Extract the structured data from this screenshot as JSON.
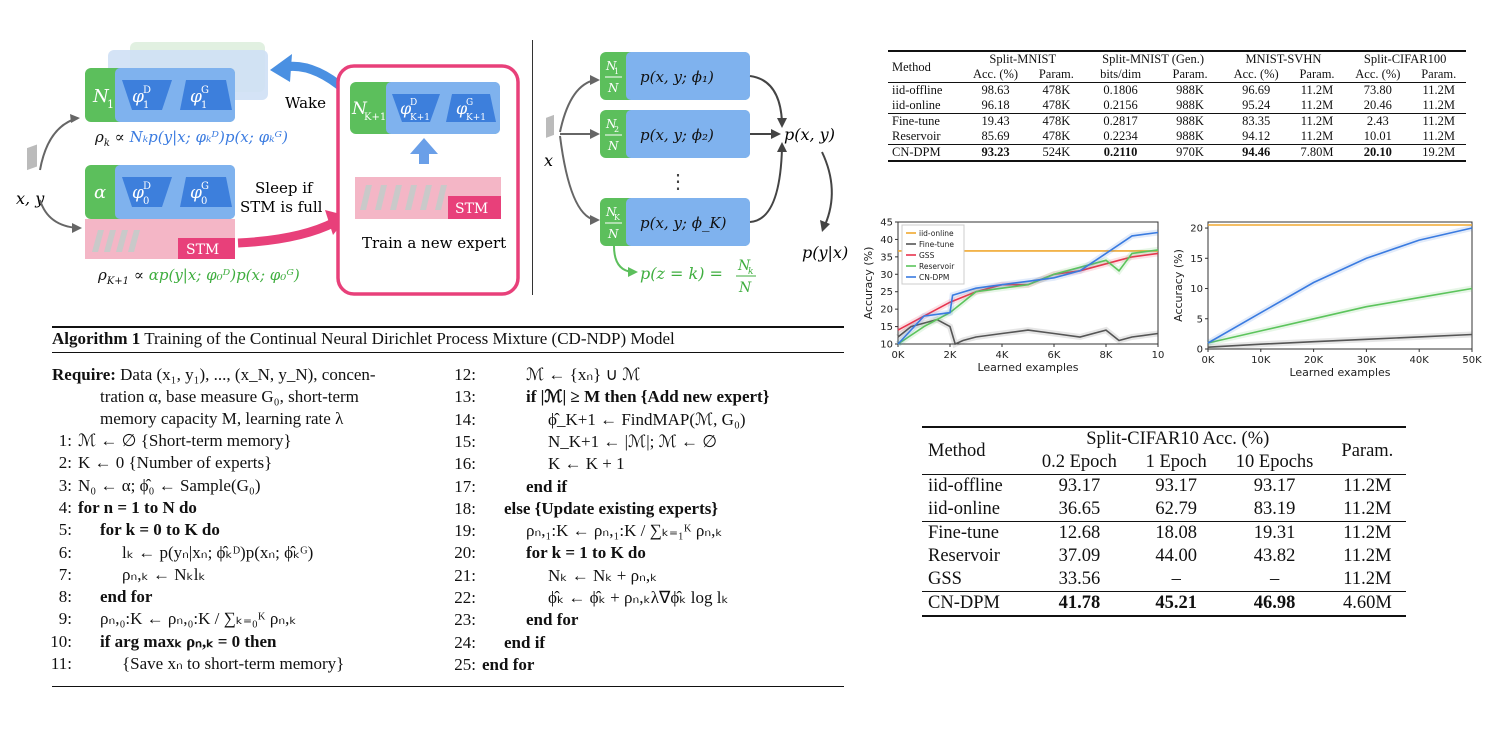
{
  "diagram_left": {
    "input": "x, y",
    "expert1": {
      "n": "N",
      "n_sub": "1",
      "phi_d": "φ",
      "phi_d_sub": "1",
      "phi_d_sup": "D",
      "phi_g": "φ",
      "phi_g_sub": "1",
      "phi_g_sup": "G"
    },
    "expert0": {
      "n": "α",
      "phi_d": "φ",
      "phi_d_sub": "0",
      "phi_d_sup": "D",
      "phi_g": "φ",
      "phi_g_sub": "0",
      "phi_g_sup": "G"
    },
    "new_expert": {
      "n": "N",
      "n_sub": "K+1",
      "phi_d": "φ",
      "phi_d_sub": "K+1",
      "phi_d_sup": "D",
      "phi_g": "φ",
      "phi_g_sub": "K+1",
      "phi_g_sup": "G"
    },
    "rho_k": "ρₖ ∝ Nₖp(y|x; φₖᴰ)p(x; φₖᴳ)",
    "rho_k_prefix": "ρ",
    "rho_k_sub": "k",
    "rho_k_prop": " ∝ ",
    "rho_k_rest": "Nₖp(y|x; φₖᴰ)p(x; φₖᴳ)",
    "rho_k1_prefix": "ρ",
    "rho_k1_sub": "K+1",
    "rho_k1_prop": " ∝ ",
    "rho_k1_rest": "αp(y|x; φ₀ᴰ)p(x; φ₀ᴳ)",
    "wake": "Wake",
    "sleep": "Sleep if",
    "sleep2": "STM is full",
    "stm": "STM",
    "stm2": "STM",
    "train": "Train a new expert"
  },
  "diagram_right": {
    "x": "x",
    "experts": [
      {
        "num": "N",
        "num_sub": "1",
        "den": "N",
        "label": "p(x, y; ϕ₁)"
      },
      {
        "num": "N",
        "num_sub": "2",
        "den": "N",
        "label": "p(x, y; ϕ₂)"
      },
      {
        "num": "N",
        "num_sub": "K",
        "den": "N",
        "label": "p(x, y; ϕ_K)"
      }
    ],
    "dots": "⋮",
    "pxy": "p(x, y)",
    "pyx": "p(y|x)",
    "pz": "p(z = k) =",
    "pz_num": "N",
    "pz_num_sub": "k",
    "pz_den": "N"
  },
  "table1": {
    "header_groups": [
      "Split-MNIST",
      "Split-MNIST (Gen.)",
      "MNIST-SVHN",
      "Split-CIFAR100"
    ],
    "method": "Method",
    "subheaders": [
      "Acc. (%)",
      "Param.",
      "bits/dim",
      "Param.",
      "Acc. (%)",
      "Param.",
      "Acc. (%)",
      "Param."
    ],
    "rows": [
      [
        "iid-offline",
        "98.63",
        "478K",
        "0.1806",
        "988K",
        "96.69",
        "11.2M",
        "73.80",
        "11.2M"
      ],
      [
        "iid-online",
        "96.18",
        "478K",
        "0.2156",
        "988K",
        "95.24",
        "11.2M",
        "20.46",
        "11.2M"
      ],
      [
        "Fine-tune",
        "19.43",
        "478K",
        "0.2817",
        "988K",
        "83.35",
        "11.2M",
        "2.43",
        "11.2M"
      ],
      [
        "Reservoir",
        "85.69",
        "478K",
        "0.2234",
        "988K",
        "94.12",
        "11.2M",
        "10.01",
        "11.2M"
      ],
      [
        "CN-DPM",
        "93.23",
        "524K",
        "0.2110",
        "970K",
        "94.46",
        "7.80M",
        "20.10",
        "19.2M"
      ]
    ]
  },
  "table2": {
    "method": "Method",
    "group": "Split-CIFAR10 Acc. (%)",
    "param": "Param.",
    "subheaders": [
      "0.2 Epoch",
      "1 Epoch",
      "10 Epochs"
    ],
    "rows": [
      [
        "iid-offline",
        "93.17",
        "93.17",
        "93.17",
        "11.2M"
      ],
      [
        "iid-online",
        "36.65",
        "62.79",
        "83.19",
        "11.2M"
      ],
      [
        "Fine-tune",
        "12.68",
        "18.08",
        "19.31",
        "11.2M"
      ],
      [
        "Reservoir",
        "37.09",
        "44.00",
        "43.82",
        "11.2M"
      ],
      [
        "GSS",
        "33.56",
        "–",
        "–",
        "11.2M"
      ],
      [
        "CN-DPM",
        "41.78",
        "45.21",
        "46.98",
        "4.60M"
      ]
    ]
  },
  "chart_data": [
    {
      "type": "line",
      "ylabel": "Accuracy (%)",
      "xlabel": "Learned examples",
      "xticks": [
        "0K",
        "2K",
        "4K",
        "6K",
        "8K",
        "10"
      ],
      "yticks": [
        "10",
        "15",
        "20",
        "25",
        "30",
        "35",
        "40",
        "45"
      ],
      "xlim": [
        0,
        10000
      ],
      "ylim": [
        10,
        45
      ],
      "legend": "top-left",
      "series": [
        {
          "name": "iid-online",
          "color": "#f0a830",
          "x": [
            0,
            10000
          ],
          "y": [
            36.7,
            36.7
          ]
        },
        {
          "name": "Fine-tune",
          "color": "#555555",
          "x": [
            0,
            500,
            1000,
            1500,
            2000,
            2200,
            2500,
            3000,
            4000,
            5000,
            6000,
            7000,
            8000,
            8500,
            9000,
            10000
          ],
          "y": [
            12,
            15,
            16,
            17,
            15,
            10,
            11,
            12,
            13,
            14,
            13,
            12,
            14,
            11,
            12,
            13
          ]
        },
        {
          "name": "GSS",
          "color": "#e8344e",
          "x": [
            0,
            1000,
            2000,
            3000,
            4000,
            5000,
            6000,
            7000,
            8000,
            8500,
            9000,
            10000
          ],
          "y": [
            14,
            18,
            22,
            25,
            27,
            27,
            30,
            31,
            33,
            34,
            35,
            36
          ]
        },
        {
          "name": "Reservoir",
          "color": "#5cc45c",
          "x": [
            0,
            1000,
            2000,
            3000,
            4000,
            5000,
            6000,
            7000,
            8000,
            8500,
            9000,
            10000
          ],
          "y": [
            10,
            15,
            19,
            25,
            26,
            27,
            30,
            32,
            34,
            31,
            36,
            37
          ]
        },
        {
          "name": "CN-DPM",
          "color": "#3a7be0",
          "x": [
            0,
            1000,
            2000,
            2100,
            3000,
            4000,
            5000,
            6000,
            7000,
            8000,
            9000,
            10000
          ],
          "y": [
            10,
            18,
            19,
            24,
            26,
            27,
            28,
            29,
            31,
            36,
            41,
            42
          ]
        }
      ]
    },
    {
      "type": "line",
      "ylabel": "Accuracy (%)",
      "xlabel": "Learned examples",
      "xticks": [
        "0K",
        "10K",
        "20K",
        "30K",
        "40K",
        "50K"
      ],
      "yticks": [
        "0",
        "5",
        "10",
        "15",
        "20"
      ],
      "xlim": [
        0,
        50000
      ],
      "ylim": [
        0,
        21
      ],
      "series": [
        {
          "name": "iid-online",
          "color": "#f0a830",
          "x": [
            0,
            50000
          ],
          "y": [
            20.5,
            20.5
          ]
        },
        {
          "name": "Fine-tune",
          "color": "#555555",
          "x": [
            0,
            10000,
            20000,
            30000,
            40000,
            50000
          ],
          "y": [
            0.3,
            0.8,
            1.2,
            1.6,
            2.0,
            2.4
          ]
        },
        {
          "name": "Reservoir",
          "color": "#5cc45c",
          "x": [
            0,
            10000,
            20000,
            30000,
            40000,
            50000
          ],
          "y": [
            1,
            3,
            5,
            7,
            8.5,
            10
          ]
        },
        {
          "name": "CN-DPM",
          "color": "#3a7be0",
          "x": [
            0,
            10000,
            20000,
            30000,
            40000,
            50000
          ],
          "y": [
            1,
            6,
            11,
            15,
            18,
            20
          ]
        }
      ]
    }
  ],
  "algorithm": {
    "title_bold": "Algorithm 1",
    "title_rest": " Training of the Continual Neural Dirichlet Process Mixture (CD-NDP) Model",
    "require_bold": "Require:",
    "require_1": " Data (x₁, y₁), ..., (x_N, y_N), concen-",
    "require_2": "tration α, base measure G₀, short-term",
    "require_3": "memory capacity M, learning rate λ",
    "left": [
      {
        "n": "1:",
        "t": "ℳ ← ∅ {Short-term memory}"
      },
      {
        "n": "2:",
        "t": "K ← 0 {Number of experts}"
      },
      {
        "n": "3:",
        "t": "N₀ ← α; ϕ̂₀ ← Sample(G₀)"
      },
      {
        "n": "4:",
        "t": "for n = 1 to N do"
      },
      {
        "n": "5:",
        "t": "for k = 0 to K do"
      },
      {
        "n": "6:",
        "t": "lₖ ← p(yₙ|xₙ; ϕ̂ₖᴰ)p(xₙ; ϕ̂ₖᴳ)"
      },
      {
        "n": "7:",
        "t": "ρₙ,ₖ ← Nₖlₖ"
      },
      {
        "n": "8:",
        "t": "end for"
      },
      {
        "n": "9:",
        "t": "ρₙ,₀:K ← ρₙ,₀:K / ∑ₖ₌₀ᴷ ρₙ,ₖ"
      },
      {
        "n": "10:",
        "t": "if arg maxₖ ρₙ,ₖ = 0 then"
      },
      {
        "n": "11:",
        "t": "{Save xₙ to short-term memory}"
      }
    ],
    "right": [
      {
        "n": "12:",
        "t": "ℳ ← {xₙ} ∪ ℳ"
      },
      {
        "n": "13:",
        "t": "if |ℳ| ≥ M then {Add new expert}"
      },
      {
        "n": "14:",
        "t": "ϕ̂_K+1 ← FindMAP(ℳ, G₀)"
      },
      {
        "n": "15:",
        "t": "N_K+1 ← |ℳ|; ℳ ← ∅"
      },
      {
        "n": "16:",
        "t": "K ← K + 1"
      },
      {
        "n": "17:",
        "t": "end if"
      },
      {
        "n": "18:",
        "t": "else {Update existing experts}"
      },
      {
        "n": "19:",
        "t": "ρₙ,₁:K ← ρₙ,₁:K / ∑ₖ₌₁ᴷ ρₙ,ₖ"
      },
      {
        "n": "20:",
        "t": "for k = 1 to K do"
      },
      {
        "n": "21:",
        "t": "Nₖ ← Nₖ + ρₙ,ₖ"
      },
      {
        "n": "22:",
        "t": "ϕ̂ₖ ← ϕ̂ₖ + ρₙ,ₖλ∇ϕ̂ₖ log lₖ"
      },
      {
        "n": "23:",
        "t": "end for"
      },
      {
        "n": "24:",
        "t": "end if"
      },
      {
        "n": "25:",
        "t": "end for"
      }
    ]
  }
}
